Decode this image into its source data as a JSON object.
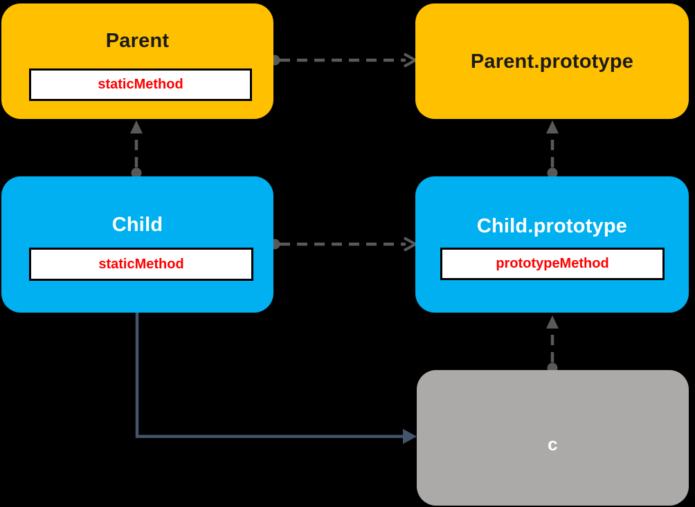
{
  "diagram": {
    "canvas_bg": "#000000",
    "nodes": {
      "parent": {
        "title": "Parent",
        "method": "staticMethod",
        "fill": "#FFC000",
        "title_color": "#1A1A1A"
      },
      "parent_prototype": {
        "title": "Parent.prototype",
        "fill": "#FFC000",
        "title_color": "#1A1A1A"
      },
      "child": {
        "title": "Child",
        "method": "staticMethod",
        "fill": "#00B0F0",
        "title_color": "#FFFFFF"
      },
      "child_prototype": {
        "title": "Child.prototype",
        "method": "prototypeMethod",
        "fill": "#00B0F0",
        "title_color": "#FFFFFF"
      },
      "c": {
        "title": "c",
        "fill": "#ACAAA8",
        "title_color": "#FFFFFF"
      }
    },
    "colors": {
      "canvas_bg": "#000000",
      "dashed_arrow": "#595959",
      "solid_arrow": "#44546A",
      "method_text": "#FF0000",
      "method_bg": "#FFFFFF",
      "method_border": "#000000"
    },
    "edges": [
      {
        "from": "Parent",
        "to": "Parent.prototype",
        "style": "dashed"
      },
      {
        "from": "Child",
        "to": "Parent",
        "style": "dashed"
      },
      {
        "from": "Child",
        "to": "Child.prototype",
        "style": "dashed"
      },
      {
        "from": "Child.prototype",
        "to": "Parent.prototype",
        "style": "dashed"
      },
      {
        "from": "c",
        "to": "Child.prototype",
        "style": "dashed"
      },
      {
        "from": "Child",
        "to": "c",
        "style": "solid"
      }
    ]
  }
}
